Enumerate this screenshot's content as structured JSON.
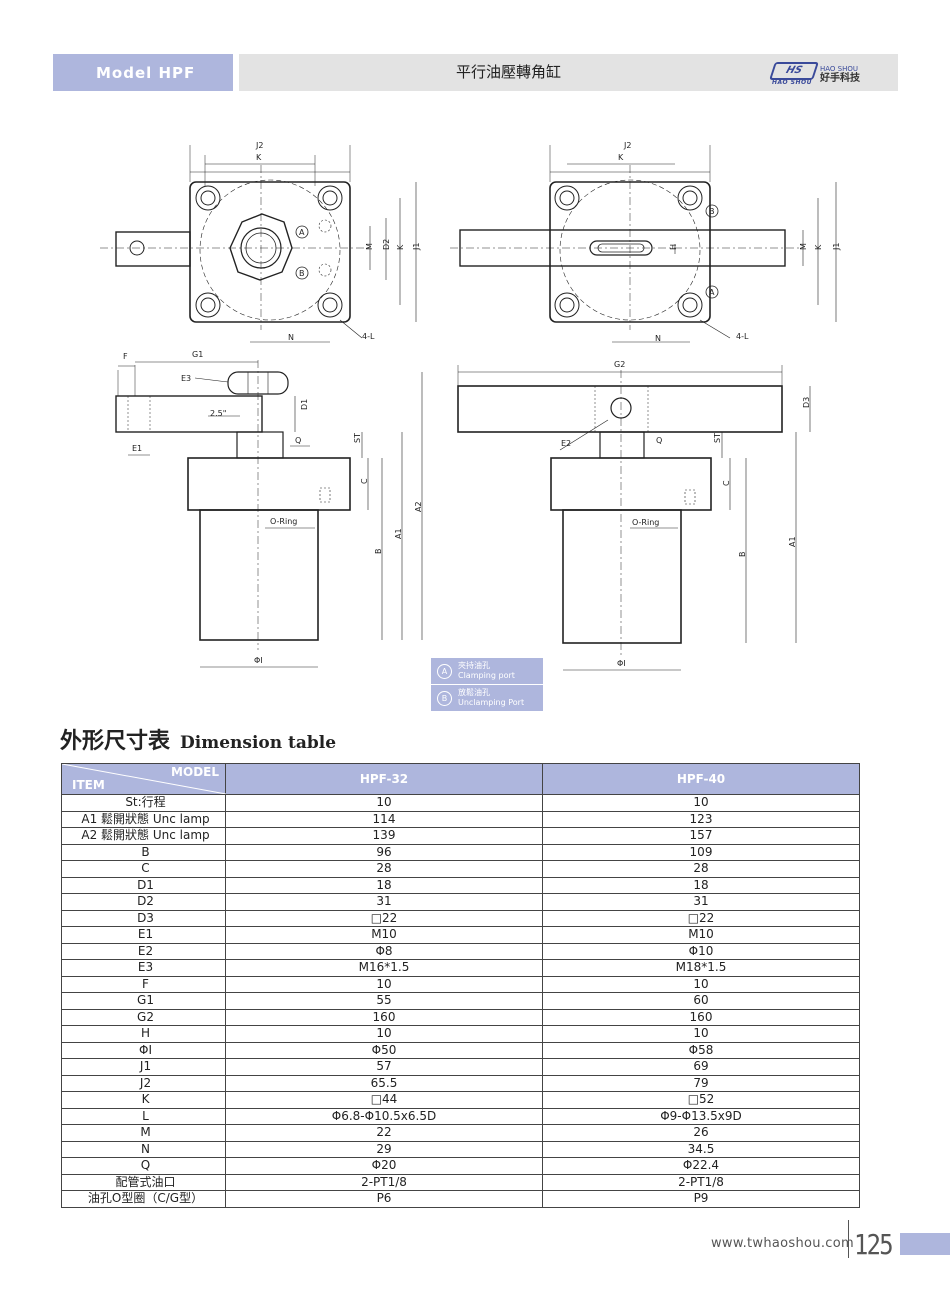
{
  "header": {
    "model": "Model HPF",
    "title": "平行油壓轉角缸",
    "logo_mark": "HS",
    "logo_sub": "HAO SHOU",
    "logo_en": "HAO SHOU",
    "logo_cn": "好手科技"
  },
  "drawing_labels": {
    "J2": "J2",
    "K": "K",
    "N": "N",
    "M": "M",
    "D2": "D2",
    "J1": "J1",
    "H": "H",
    "L": "4-L",
    "F": "F",
    "G1": "G1",
    "E3": "E3",
    "E1": "E1",
    "D1": "D1",
    "Q": "Q",
    "ST": "ST",
    "C": "C",
    "B": "B",
    "A1": "A1",
    "A2": "A2",
    "ORing": "O-Ring",
    "PhiI": "ΦI",
    "G2": "G2",
    "E2": "E2",
    "D3": "D3",
    "inch": "2.5\"",
    "portA": "A",
    "portB": "B"
  },
  "legend": [
    {
      "icon": "A",
      "cn": "夾持油孔",
      "en": "Clamping port"
    },
    {
      "icon": "B",
      "cn": "放鬆油孔",
      "en": "Unclamping Port"
    }
  ],
  "section": {
    "title_cn": "外形尺寸表",
    "title_en": "Dimension table"
  },
  "table": {
    "corner_model": "MODEL",
    "corner_item": "ITEM",
    "columns": [
      "HPF-32",
      "HPF-40"
    ],
    "rows": [
      [
        "St:行程",
        "10",
        "10"
      ],
      [
        "A1 鬆開狀態 Unc lamp",
        "114",
        "123"
      ],
      [
        "A2 鬆開狀態 Unc lamp",
        "139",
        "157"
      ],
      [
        "B",
        "96",
        "109"
      ],
      [
        "C",
        "28",
        "28"
      ],
      [
        "D1",
        "18",
        "18"
      ],
      [
        "D2",
        "31",
        "31"
      ],
      [
        "D3",
        "□22",
        "□22"
      ],
      [
        "E1",
        "M10",
        "M10"
      ],
      [
        "E2",
        "Φ8",
        "Φ10"
      ],
      [
        "E3",
        "M16*1.5",
        "M18*1.5"
      ],
      [
        "F",
        "10",
        "10"
      ],
      [
        "G1",
        "55",
        "60"
      ],
      [
        "G2",
        "160",
        "160"
      ],
      [
        "H",
        "10",
        "10"
      ],
      [
        "ΦI",
        "Φ50",
        "Φ58"
      ],
      [
        "J1",
        "57",
        "69"
      ],
      [
        "J2",
        "65.5",
        "79"
      ],
      [
        "K",
        "□44",
        "□52"
      ],
      [
        "L",
        "Φ6.8-Φ10.5x6.5D",
        "Φ9-Φ13.5x9D"
      ],
      [
        "M",
        "22",
        "26"
      ],
      [
        "N",
        "29",
        "34.5"
      ],
      [
        "Q",
        "Φ20",
        "Φ22.4"
      ],
      [
        "配管式油口",
        "2-PT1/8",
        "2-PT1/8"
      ],
      [
        "油孔O型圈（C/G型）",
        "P6",
        "P9"
      ]
    ]
  },
  "footer": {
    "url": "www.twhaoshou.com",
    "page": "125"
  }
}
